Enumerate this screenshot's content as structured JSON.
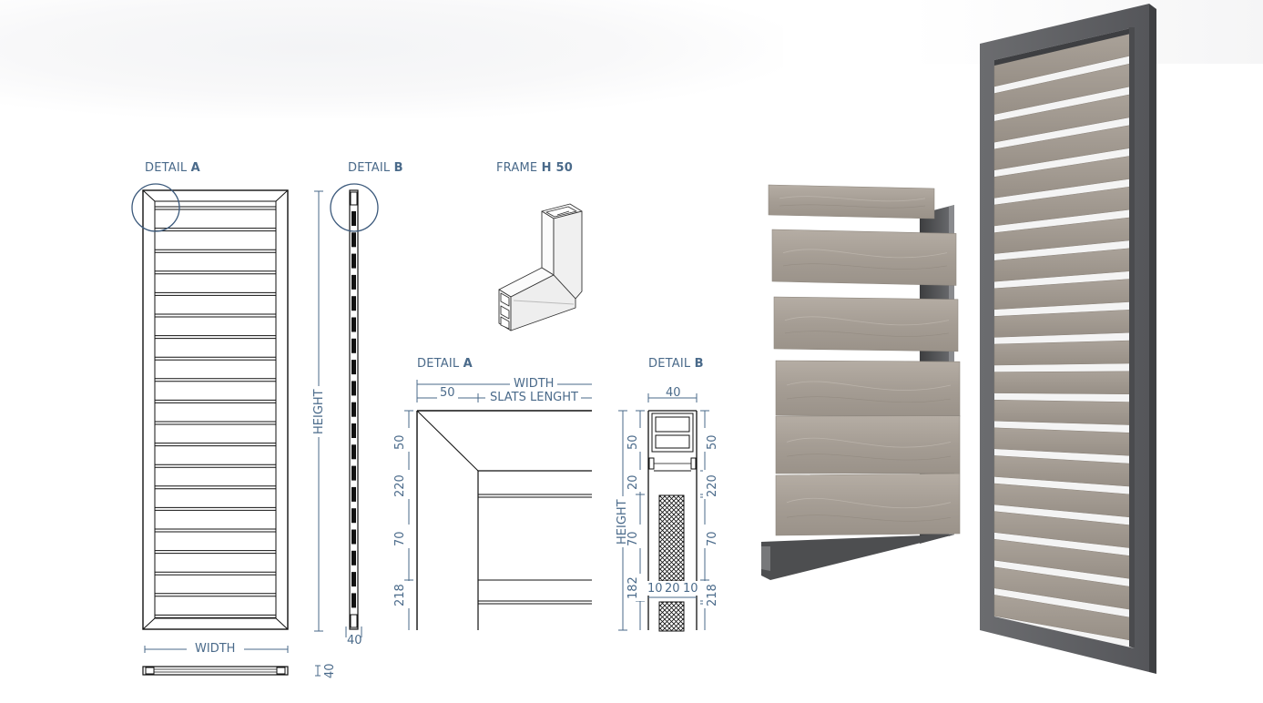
{
  "panel": {
    "detail_a_prefix": "DETAIL ",
    "detail_a_letter": "A",
    "detail_b_prefix": "DETAIL ",
    "detail_b_letter": "B",
    "width_label": "WIDTH",
    "height_label": "HEIGHT",
    "bottom_dim": "40",
    "side_dim": "40"
  },
  "frame_h50": {
    "prefix": "FRAME ",
    "bold": "H 50"
  },
  "detail_a": {
    "prefix": "DETAIL ",
    "letter": "A",
    "width_label": "WIDTH",
    "offset_dim": "50",
    "slats_label": "SLATS LENGHT",
    "left_dims": [
      "50",
      "220",
      "70",
      "218"
    ]
  },
  "detail_b": {
    "prefix": "DETAIL ",
    "letter": "B",
    "top_dim": "40",
    "height_label": "HEIGHT",
    "left_dims": [
      "50",
      "20",
      "70",
      "182"
    ],
    "right_dims": [
      "50",
      "220",
      "70",
      "218"
    ],
    "bottom_dims": [
      "10",
      "20",
      "10"
    ]
  },
  "colors": {
    "label_blue": "#4a6a8a",
    "wood": "#a9a198",
    "metal": "#5e5f61"
  }
}
